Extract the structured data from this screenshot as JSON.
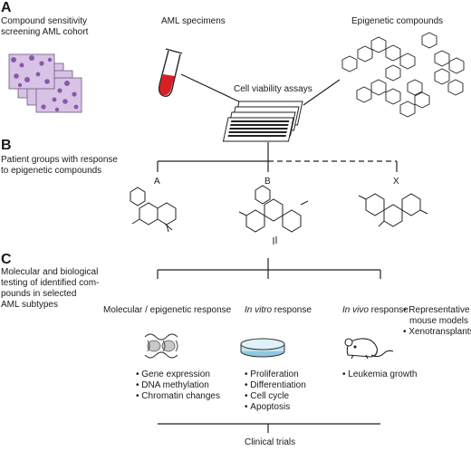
{
  "panels": {
    "a": {
      "letter": "A",
      "cohort": [
        "Compound sensitivity",
        "screening AML cohort"
      ],
      "specimens": "AML specimens",
      "compounds": "Epigenetic compounds",
      "assays": "Cell viability assays"
    },
    "b": {
      "letter": "B",
      "heading": [
        "Patient groups with response",
        "to epigenetic compounds"
      ],
      "groups": [
        "A",
        "B",
        "X"
      ]
    },
    "c": {
      "letter": "C",
      "heading": [
        "Molecular and biological",
        "testing of identified com-",
        "pounds in selected",
        "AML subtypes"
      ],
      "molecular": {
        "title": "Molecular / epigenetic response",
        "items": [
          "Gene expression",
          "DNA methylation",
          "Chromatin changes"
        ]
      },
      "invitro": {
        "title_italic": "In vitro",
        "title_rest": " response",
        "items": [
          "Proliferation",
          "Differentiation",
          "Cell cycle",
          "Apoptosis"
        ]
      },
      "invivo": {
        "title_italic": "In vivo",
        "title_rest": " response",
        "models": [
          "Representative",
          "mouse models",
          "Xenotransplants"
        ],
        "items": [
          "Leukemia growth"
        ]
      },
      "final": "Clinical trials"
    }
  },
  "colors": {
    "tube_fill": "#d81f26",
    "dish_fill": "#bfe3f2",
    "cell_fill": "#a06fb6"
  }
}
